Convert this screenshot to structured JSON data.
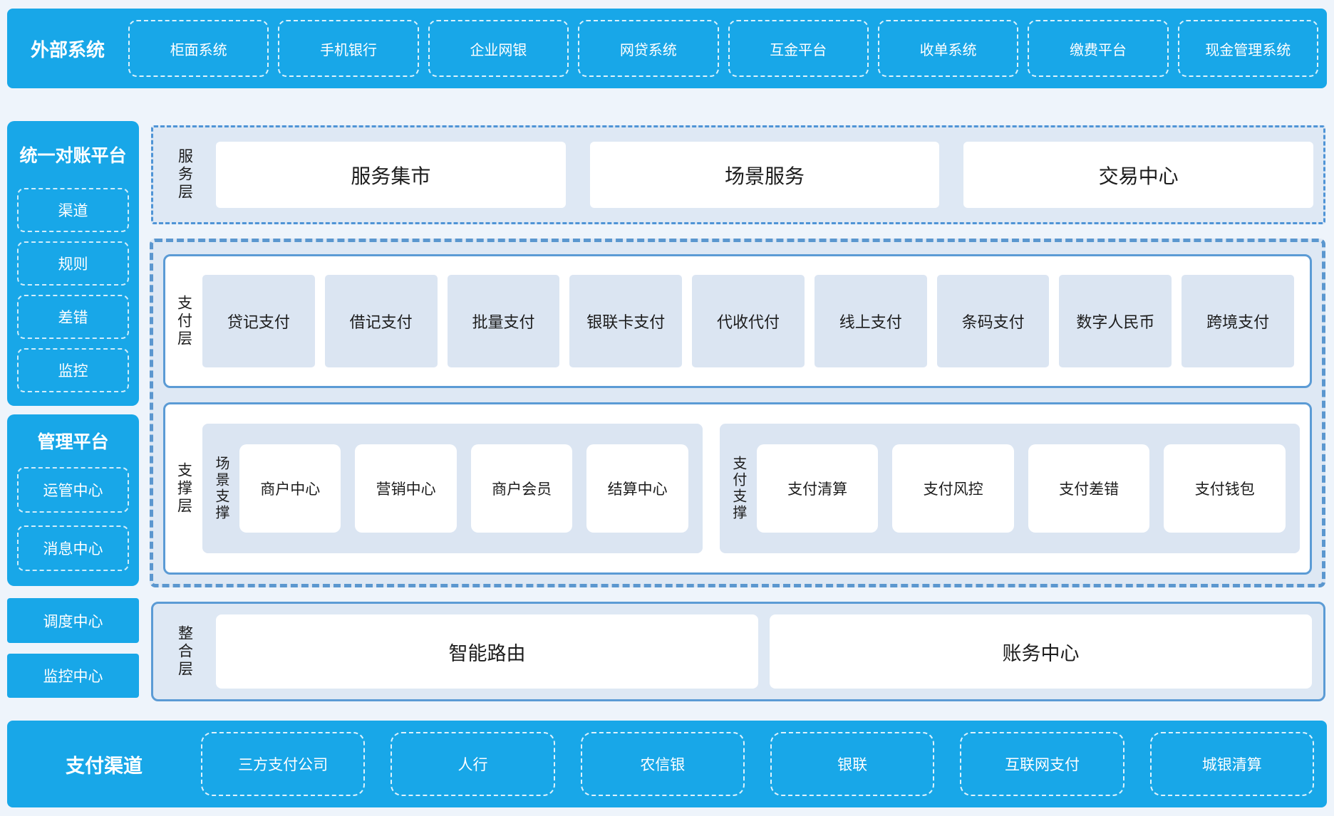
{
  "colors": {
    "accent_blue": "#18a7e8",
    "panel_bg": "#dee8f4",
    "node_bg": "#dbe5f2",
    "border_blue": "#5b9bd5",
    "dash_border": "#5b97cf",
    "page_bg": "#eef4fb",
    "text_dark": "#1c1c1c",
    "text_light": "#ffffff"
  },
  "top_bar": {
    "title": "外部系统",
    "items": [
      "柜面系统",
      "手机银行",
      "企业网银",
      "网贷系统",
      "互金平台",
      "收单系统",
      "缴费平台",
      "现金管理系统"
    ]
  },
  "sidebar": {
    "reconciliation": {
      "title": "统一对账平台",
      "items": [
        "渠道",
        "规则",
        "差错",
        "监控"
      ]
    },
    "management": {
      "title": "管理平台",
      "items": [
        "运管中心",
        "消息中心"
      ]
    },
    "standalone": [
      "调度中心",
      "监控中心"
    ]
  },
  "layers": {
    "service": {
      "label": "服务层",
      "items": [
        "服务集市",
        "场景服务",
        "交易中心"
      ]
    },
    "payment": {
      "label": "支付层",
      "items": [
        "贷记支付",
        "借记支付",
        "批量支付",
        "银联卡支付",
        "代收代付",
        "线上支付",
        "条码支付",
        "数字人民币",
        "跨境支付"
      ]
    },
    "support": {
      "label": "支撑层",
      "groups": [
        {
          "label": "场景支撑",
          "items": [
            "商户中心",
            "营销中心",
            "商户会员",
            "结算中心"
          ]
        },
        {
          "label": "支付支撑",
          "items": [
            "支付清算",
            "支付风控",
            "支付差错",
            "支付钱包"
          ]
        }
      ]
    },
    "integration": {
      "label": "整合层",
      "items": [
        "智能路由",
        "账务中心"
      ]
    }
  },
  "bottom_bar": {
    "title": "支付渠道",
    "items": [
      "三方支付公司",
      "人行",
      "农信银",
      "银联",
      "互联网支付",
      "城银清算"
    ]
  }
}
